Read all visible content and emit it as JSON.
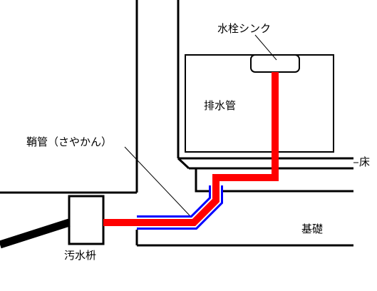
{
  "labels": {
    "sink": "水栓シンク",
    "drain_pipe": "排水管",
    "sheath_pipe": "鞘管（さやかん）",
    "floor": "床",
    "foundation": "基礎",
    "sewage_basin": "汚水枡"
  },
  "colors": {
    "drain_pipe": "#ff0000",
    "sheath_pipe": "#0000ff",
    "outlet_pipe": "#000000",
    "line": "#000000",
    "background": "#ffffff"
  }
}
